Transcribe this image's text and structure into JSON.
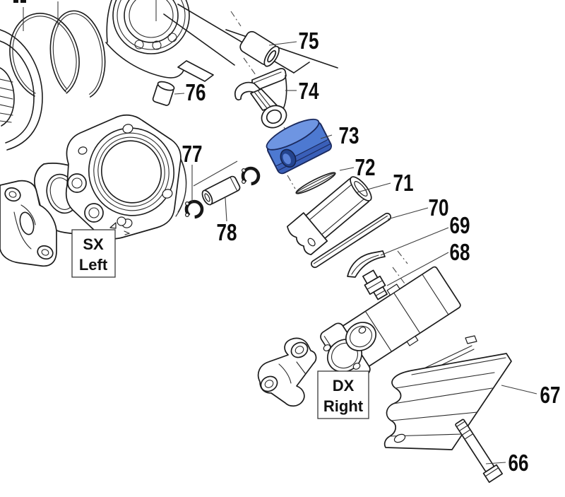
{
  "diagram": {
    "part_labels": {
      "p66": "66",
      "p67": "67",
      "p68": "68",
      "p69": "69",
      "p70": "70",
      "p71": "71",
      "p72": "72",
      "p73": "73",
      "p74": "74",
      "p75": "75",
      "p76": "76",
      "p77": "77",
      "p78": "78"
    },
    "side_boxes": {
      "left": {
        "line1": "SX",
        "line2": "Left"
      },
      "right": {
        "line1": "DX",
        "line2": "Right"
      }
    },
    "colors": {
      "highlight": "#4d79d1",
      "highlight_top": "#6e95e2",
      "highlight_band": "#3a5fb8",
      "highlight_bore": "#24448f",
      "highlight_bore_inner": "#5b82d8"
    }
  }
}
